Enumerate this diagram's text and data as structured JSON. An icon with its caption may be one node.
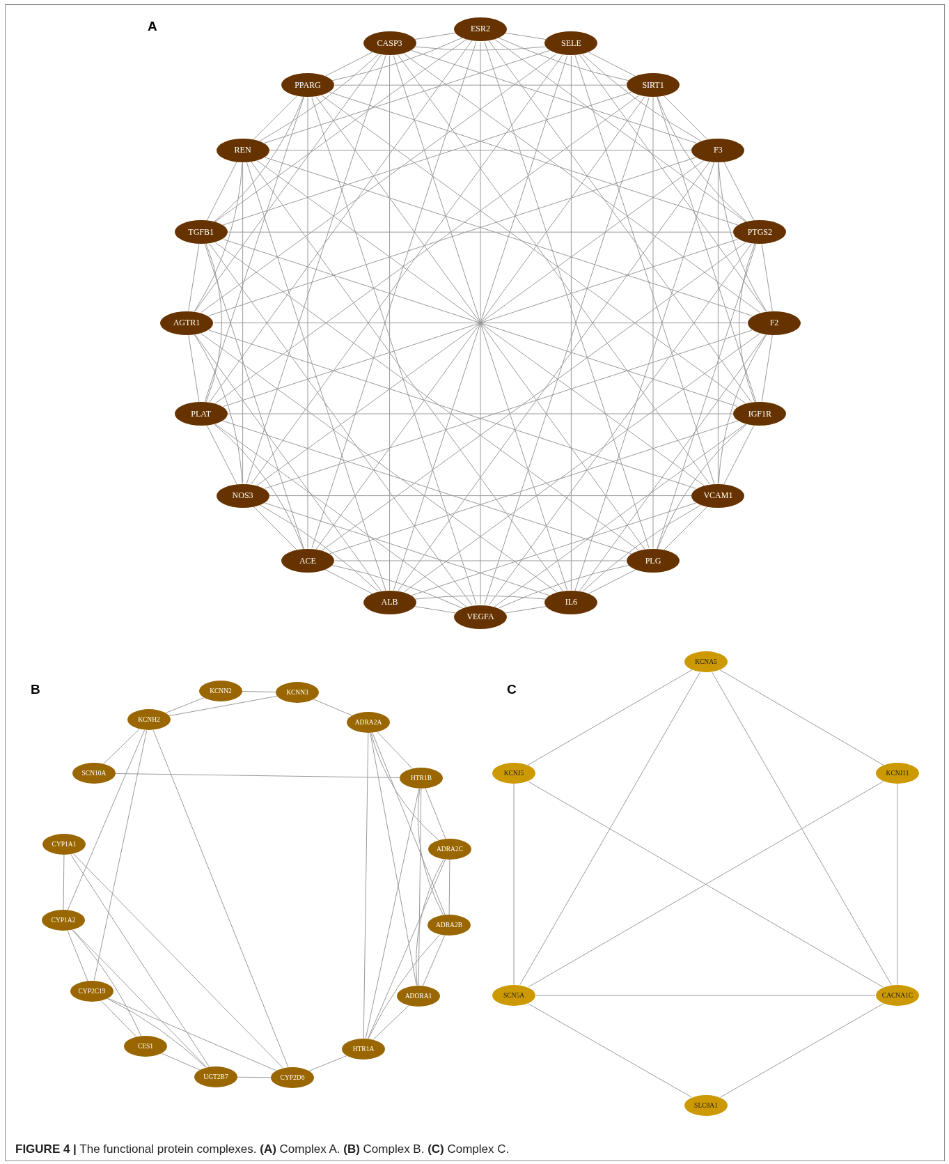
{
  "diagram": {
    "caption": "**FIGURE 4 |** The functional protein complexes. **(A)** Complex A. **(B)** Complex B. **(C)** Complex C.",
    "labels": [
      "A",
      "B",
      "C"
    ],
    "nodes": [
      {
        "text": [
          "ESR2"
        ]
      },
      {
        "text": [
          "CASP3"
        ]
      },
      {
        "text": [
          "SELE"
        ]
      },
      {
        "text": [
          "PPARG"
        ]
      },
      {
        "text": [
          "SIRT1"
        ]
      },
      {
        "text": [
          "REN"
        ]
      },
      {
        "text": [
          "F3"
        ]
      },
      {
        "text": [
          "TGFB1"
        ]
      },
      {
        "text": [
          "PTGS2"
        ]
      },
      {
        "text": [
          "AGTR1"
        ]
      },
      {
        "text": [
          "F2"
        ]
      },
      {
        "text": [
          "PLAT"
        ]
      },
      {
        "text": [
          "IGF1R"
        ]
      },
      {
        "text": [
          "NOS3"
        ]
      },
      {
        "text": [
          "VCAM1"
        ]
      },
      {
        "text": [
          "ACE"
        ]
      },
      {
        "text": [
          "PLG"
        ]
      },
      {
        "text": [
          "ALB"
        ]
      },
      {
        "text": [
          "IL6"
        ]
      },
      {
        "text": [
          "VEGFA"
        ]
      },
      {
        "text": [
          "KCNN2"
        ]
      },
      {
        "text": [
          "KCNN3"
        ]
      },
      {
        "text": [
          "KCNH2"
        ]
      },
      {
        "text": [
          "ADRA2A"
        ]
      },
      {
        "text": [
          "SCN10A"
        ]
      },
      {
        "text": [
          "HTR1B"
        ]
      },
      {
        "text": [
          "CYP1A1"
        ]
      },
      {
        "text": [
          "ADRA2C"
        ]
      },
      {
        "text": [
          "CYP1A2"
        ]
      },
      {
        "text": [
          "ADRA2B"
        ]
      },
      {
        "text": [
          "CYP2C19"
        ]
      },
      {
        "text": [
          "ADORA1"
        ]
      },
      {
        "text": [
          "CES1"
        ]
      },
      {
        "text": [
          "HTR1A"
        ]
      },
      {
        "text": [
          "UGT2B7"
        ]
      },
      {
        "text": [
          "CYP2D6"
        ]
      },
      {
        "text": [
          "KCNA5"
        ]
      },
      {
        "text": [
          "KCNJ5"
        ]
      },
      {
        "text": [
          "KCNJ11"
        ]
      },
      {
        "text": [
          "SCN5A"
        ]
      },
      {
        "text": [
          "CACNA1C"
        ]
      },
      {
        "text": [
          "SLC8A1"
        ]
      }
    ],
    "edges": [
      {
        "from": 0,
        "to": 3,
        "arrow": "none"
      },
      {
        "from": 0,
        "to": 4,
        "arrow": "none"
      },
      {
        "from": 0,
        "to": 7,
        "arrow": "none"
      },
      {
        "from": 0,
        "to": 8,
        "arrow": "none"
      },
      {
        "from": 0,
        "to": 11,
        "arrow": "none"
      },
      {
        "from": 0,
        "to": 12,
        "arrow": "none"
      },
      {
        "from": 0,
        "to": 15,
        "arrow": "none"
      },
      {
        "from": 0,
        "to": 16,
        "arrow": "none"
      },
      {
        "from": 0,
        "to": 19,
        "arrow": "none"
      },
      {
        "from": 3,
        "to": 4,
        "arrow": "none"
      },
      {
        "from": 3,
        "to": 7,
        "arrow": "none"
      },
      {
        "from": 3,
        "to": 8,
        "arrow": "none"
      },
      {
        "from": 3,
        "to": 11,
        "arrow": "none"
      },
      {
        "from": 3,
        "to": 12,
        "arrow": "none"
      },
      {
        "from": 3,
        "to": 15,
        "arrow": "none"
      },
      {
        "from": 3,
        "to": 16,
        "arrow": "none"
      },
      {
        "from": 3,
        "to": 19,
        "arrow": "none"
      },
      {
        "from": 4,
        "to": 7,
        "arrow": "none"
      },
      {
        "from": 4,
        "to": 8,
        "arrow": "none"
      },
      {
        "from": 4,
        "to": 11,
        "arrow": "none"
      },
      {
        "from": 4,
        "to": 12,
        "arrow": "none"
      },
      {
        "from": 4,
        "to": 15,
        "arrow": "none"
      },
      {
        "from": 4,
        "to": 16,
        "arrow": "none"
      },
      {
        "from": 4,
        "to": 19,
        "arrow": "none"
      },
      {
        "from": 7,
        "to": 8,
        "arrow": "none"
      },
      {
        "from": 7,
        "to": 11,
        "arrow": "none"
      },
      {
        "from": 7,
        "to": 12,
        "arrow": "none"
      },
      {
        "from": 7,
        "to": 15,
        "arrow": "none"
      },
      {
        "from": 7,
        "to": 16,
        "arrow": "none"
      },
      {
        "from": 7,
        "to": 19,
        "arrow": "none"
      },
      {
        "from": 8,
        "to": 11,
        "arrow": "none"
      },
      {
        "from": 8,
        "to": 12,
        "arrow": "none"
      },
      {
        "from": 8,
        "to": 15,
        "arrow": "none"
      },
      {
        "from": 8,
        "to": 16,
        "arrow": "none"
      },
      {
        "from": 8,
        "to": 19,
        "arrow": "none"
      },
      {
        "from": 11,
        "to": 12,
        "arrow": "none"
      },
      {
        "from": 11,
        "to": 15,
        "arrow": "none"
      },
      {
        "from": 11,
        "to": 16,
        "arrow": "none"
      },
      {
        "from": 11,
        "to": 19,
        "arrow": "none"
      },
      {
        "from": 12,
        "to": 15,
        "arrow": "none"
      },
      {
        "from": 12,
        "to": 16,
        "arrow": "none"
      },
      {
        "from": 12,
        "to": 19,
        "arrow": "none"
      },
      {
        "from": 15,
        "to": 16,
        "arrow": "none"
      },
      {
        "from": 15,
        "to": 19,
        "arrow": "none"
      },
      {
        "from": 16,
        "to": 19,
        "arrow": "none"
      },
      {
        "from": 1,
        "to": 2,
        "arrow": "none"
      },
      {
        "from": 1,
        "to": 5,
        "arrow": "none"
      },
      {
        "from": 1,
        "to": 6,
        "arrow": "none"
      },
      {
        "from": 1,
        "to": 9,
        "arrow": "none"
      },
      {
        "from": 1,
        "to": 10,
        "arrow": "none"
      },
      {
        "from": 1,
        "to": 13,
        "arrow": "none"
      },
      {
        "from": 1,
        "to": 14,
        "arrow": "none"
      },
      {
        "from": 1,
        "to": 17,
        "arrow": "none"
      },
      {
        "from": 1,
        "to": 18,
        "arrow": "none"
      },
      {
        "from": 2,
        "to": 5,
        "arrow": "none"
      },
      {
        "from": 2,
        "to": 6,
        "arrow": "none"
      },
      {
        "from": 2,
        "to": 9,
        "arrow": "none"
      },
      {
        "from": 2,
        "to": 10,
        "arrow": "none"
      },
      {
        "from": 2,
        "to": 13,
        "arrow": "none"
      },
      {
        "from": 2,
        "to": 14,
        "arrow": "none"
      },
      {
        "from": 2,
        "to": 17,
        "arrow": "none"
      },
      {
        "from": 2,
        "to": 18,
        "arrow": "none"
      },
      {
        "from": 5,
        "to": 6,
        "arrow": "none"
      },
      {
        "from": 5,
        "to": 9,
        "arrow": "none"
      },
      {
        "from": 5,
        "to": 10,
        "arrow": "none"
      },
      {
        "from": 5,
        "to": 13,
        "arrow": "none"
      },
      {
        "from": 5,
        "to": 14,
        "arrow": "none"
      },
      {
        "from": 5,
        "to": 17,
        "arrow": "none"
      },
      {
        "from": 5,
        "to": 18,
        "arrow": "none"
      },
      {
        "from": 6,
        "to": 9,
        "arrow": "none"
      },
      {
        "from": 6,
        "to": 10,
        "arrow": "none"
      },
      {
        "from": 6,
        "to": 13,
        "arrow": "none"
      },
      {
        "from": 6,
        "to": 14,
        "arrow": "none"
      },
      {
        "from": 6,
        "to": 17,
        "arrow": "none"
      },
      {
        "from": 6,
        "to": 18,
        "arrow": "none"
      },
      {
        "from": 9,
        "to": 10,
        "arrow": "none"
      },
      {
        "from": 9,
        "to": 13,
        "arrow": "none"
      },
      {
        "from": 9,
        "to": 14,
        "arrow": "none"
      },
      {
        "from": 9,
        "to": 17,
        "arrow": "none"
      },
      {
        "from": 9,
        "to": 18,
        "arrow": "none"
      },
      {
        "from": 10,
        "to": 13,
        "arrow": "none"
      },
      {
        "from": 10,
        "to": 14,
        "arrow": "none"
      },
      {
        "from": 10,
        "to": 17,
        "arrow": "none"
      },
      {
        "from": 10,
        "to": 18,
        "arrow": "none"
      },
      {
        "from": 13,
        "to": 14,
        "arrow": "none"
      },
      {
        "from": 13,
        "to": 17,
        "arrow": "none"
      },
      {
        "from": 13,
        "to": 18,
        "arrow": "none"
      },
      {
        "from": 14,
        "to": 17,
        "arrow": "none"
      },
      {
        "from": 14,
        "to": 18,
        "arrow": "none"
      },
      {
        "from": 17,
        "to": 18,
        "arrow": "none"
      },
      {
        "from": 0,
        "to": 2,
        "arrow": "none"
      },
      {
        "from": 2,
        "to": 4,
        "arrow": "none"
      },
      {
        "from": 4,
        "to": 6,
        "arrow": "none"
      },
      {
        "from": 6,
        "to": 8,
        "arrow": "none"
      },
      {
        "from": 8,
        "to": 10,
        "arrow": "none"
      },
      {
        "from": 10,
        "to": 12,
        "arrow": "none"
      },
      {
        "from": 12,
        "to": 14,
        "arrow": "none"
      },
      {
        "from": 14,
        "to": 16,
        "arrow": "none"
      },
      {
        "from": 16,
        "to": 18,
        "arrow": "none"
      },
      {
        "from": 18,
        "to": 19,
        "arrow": "none"
      },
      {
        "from": 19,
        "to": 17,
        "arrow": "none"
      },
      {
        "from": 17,
        "to": 15,
        "arrow": "none"
      },
      {
        "from": 15,
        "to": 13,
        "arrow": "none"
      },
      {
        "from": 13,
        "to": 11,
        "arrow": "none"
      },
      {
        "from": 11,
        "to": 9,
        "arrow": "none"
      },
      {
        "from": 9,
        "to": 7,
        "arrow": "none"
      },
      {
        "from": 7,
        "to": 5,
        "arrow": "none"
      },
      {
        "from": 5,
        "to": 3,
        "arrow": "none"
      },
      {
        "from": 3,
        "to": 1,
        "arrow": "none"
      },
      {
        "from": 1,
        "to": 0,
        "arrow": "none"
      },
      {
        "from": 20,
        "to": 21,
        "arrow": "none"
      },
      {
        "from": 20,
        "to": 22,
        "arrow": "none"
      },
      {
        "from": 21,
        "to": 22,
        "arrow": "none"
      },
      {
        "from": 21,
        "to": 23,
        "arrow": "none"
      },
      {
        "from": 22,
        "to": 24,
        "arrow": "none"
      },
      {
        "from": 22,
        "to": 28,
        "arrow": "none"
      },
      {
        "from": 22,
        "to": 30,
        "arrow": "none"
      },
      {
        "from": 22,
        "to": 35,
        "arrow": "none"
      },
      {
        "from": 24,
        "to": 25,
        "arrow": "none"
      },
      {
        "from": 23,
        "to": 25,
        "arrow": "none"
      },
      {
        "from": 23,
        "to": 27,
        "arrow": "none"
      },
      {
        "from": 23,
        "to": 29,
        "arrow": "none"
      },
      {
        "from": 23,
        "to": 31,
        "arrow": "none"
      },
      {
        "from": 23,
        "to": 33,
        "arrow": "none"
      },
      {
        "from": 25,
        "to": 27,
        "arrow": "none"
      },
      {
        "from": 25,
        "to": 29,
        "arrow": "none"
      },
      {
        "from": 25,
        "to": 31,
        "arrow": "none"
      },
      {
        "from": 25,
        "to": 33,
        "arrow": "none"
      },
      {
        "from": 27,
        "to": 29,
        "arrow": "none"
      },
      {
        "from": 27,
        "to": 31,
        "arrow": "none"
      },
      {
        "from": 27,
        "to": 33,
        "arrow": "none"
      },
      {
        "from": 29,
        "to": 31,
        "arrow": "none"
      },
      {
        "from": 29,
        "to": 33,
        "arrow": "none"
      },
      {
        "from": 31,
        "to": 33,
        "arrow": "none"
      },
      {
        "from": 33,
        "to": 35,
        "arrow": "none"
      },
      {
        "from": 26,
        "to": 28,
        "arrow": "none"
      },
      {
        "from": 26,
        "to": 34,
        "arrow": "none"
      },
      {
        "from": 26,
        "to": 35,
        "arrow": "none"
      },
      {
        "from": 28,
        "to": 30,
        "arrow": "none"
      },
      {
        "from": 28,
        "to": 32,
        "arrow": "none"
      },
      {
        "from": 28,
        "to": 34,
        "arrow": "none"
      },
      {
        "from": 30,
        "to": 32,
        "arrow": "none"
      },
      {
        "from": 30,
        "to": 34,
        "arrow": "none"
      },
      {
        "from": 30,
        "to": 35,
        "arrow": "none"
      },
      {
        "from": 32,
        "to": 34,
        "arrow": "none"
      },
      {
        "from": 34,
        "to": 35,
        "arrow": "none"
      },
      {
        "from": 36,
        "to": 37,
        "arrow": "none"
      },
      {
        "from": 36,
        "to": 38,
        "arrow": "none"
      },
      {
        "from": 36,
        "to": 39,
        "arrow": "none"
      },
      {
        "from": 36,
        "to": 40,
        "arrow": "none"
      },
      {
        "from": 37,
        "to": 39,
        "arrow": "none"
      },
      {
        "from": 37,
        "to": 40,
        "arrow": "none"
      },
      {
        "from": 38,
        "to": 39,
        "arrow": "none"
      },
      {
        "from": 38,
        "to": 40,
        "arrow": "none"
      },
      {
        "from": 39,
        "to": 40,
        "arrow": "none"
      },
      {
        "from": 39,
        "to": 41,
        "arrow": "none"
      },
      {
        "from": 40,
        "to": 41,
        "arrow": "none"
      }
    ]
  }
}
